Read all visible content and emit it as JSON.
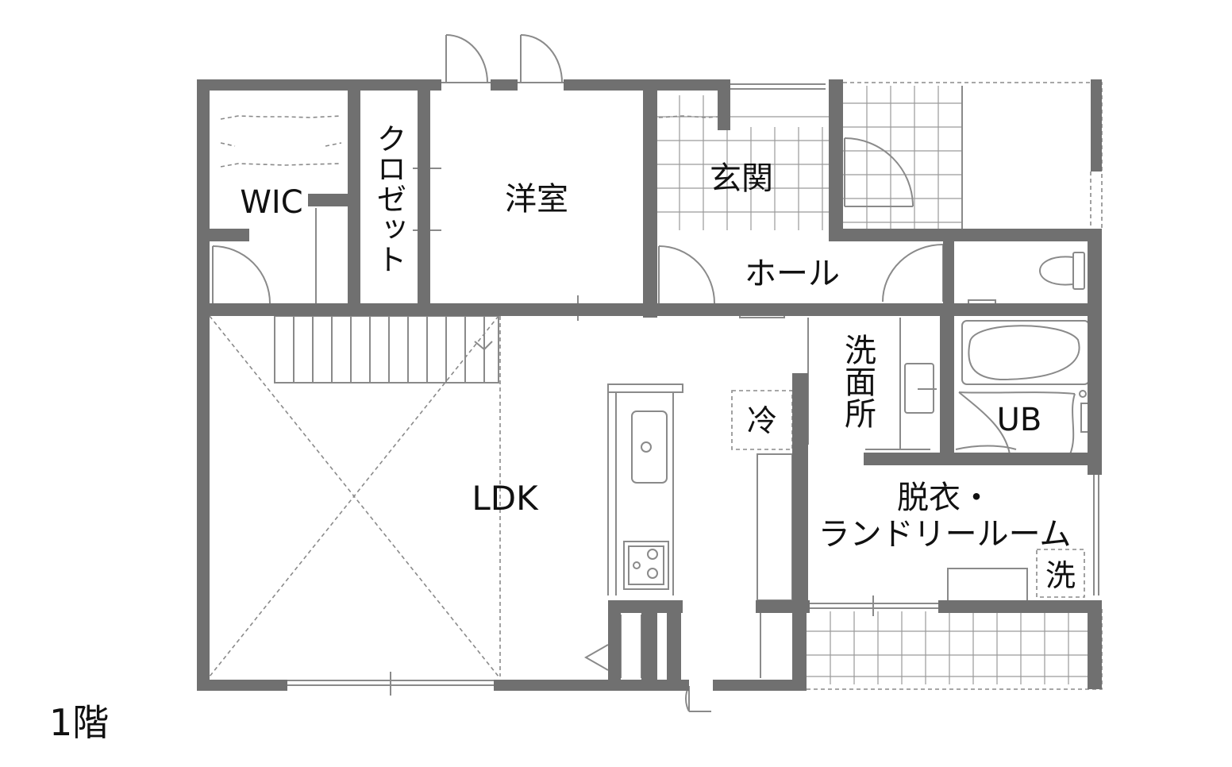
{
  "floor_label": "1階",
  "rooms": {
    "wic": "WIC",
    "closet": "クロゼット",
    "western_room": "洋室",
    "entrance": "玄関",
    "hall": "ホール",
    "washroom": "洗面所",
    "bath": "UB",
    "fridge": "冷",
    "ldk": "LDK",
    "laundry_line1": "脱衣・",
    "laundry_line2": "ランドリールーム",
    "washer": "洗"
  },
  "colors": {
    "wall": "#707070",
    "line": "#8a8a8a",
    "text": "#111111"
  }
}
